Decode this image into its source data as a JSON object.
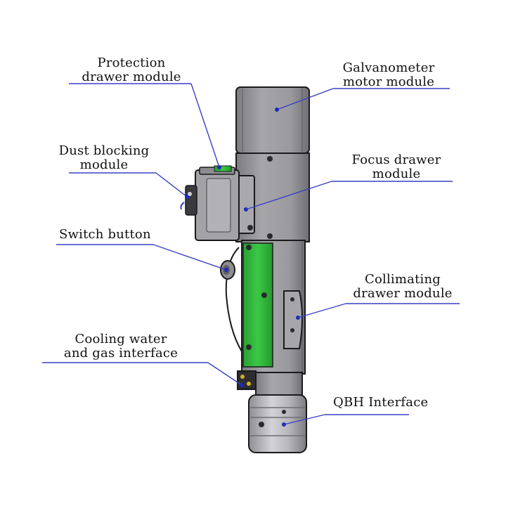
{
  "colors": {
    "leader": "#3b3fc6",
    "leader_dot": "#1f2bb8",
    "body_gray": "#9a9a9e",
    "body_light": "#b9b9bd",
    "body_dark": "#6e6e72",
    "green": "#2fb83a",
    "outline": "#1a1a1a"
  },
  "labels": {
    "protection": {
      "line1": "Protection",
      "line2": "drawer module"
    },
    "galvanometer": {
      "line1": "Galvanometer",
      "line2": "motor module"
    },
    "dust": {
      "line1": "Dust blocking",
      "line2": "module"
    },
    "focus": {
      "line1": "Focus drawer",
      "line2": "module"
    },
    "switch": {
      "line1": "Switch button"
    },
    "collimating": {
      "line1": "Collimating",
      "line2": "drawer module"
    },
    "cooling": {
      "line1": "Cooling water",
      "line2": "and gas interface"
    },
    "qbh": {
      "line1": "QBH Interface"
    }
  }
}
